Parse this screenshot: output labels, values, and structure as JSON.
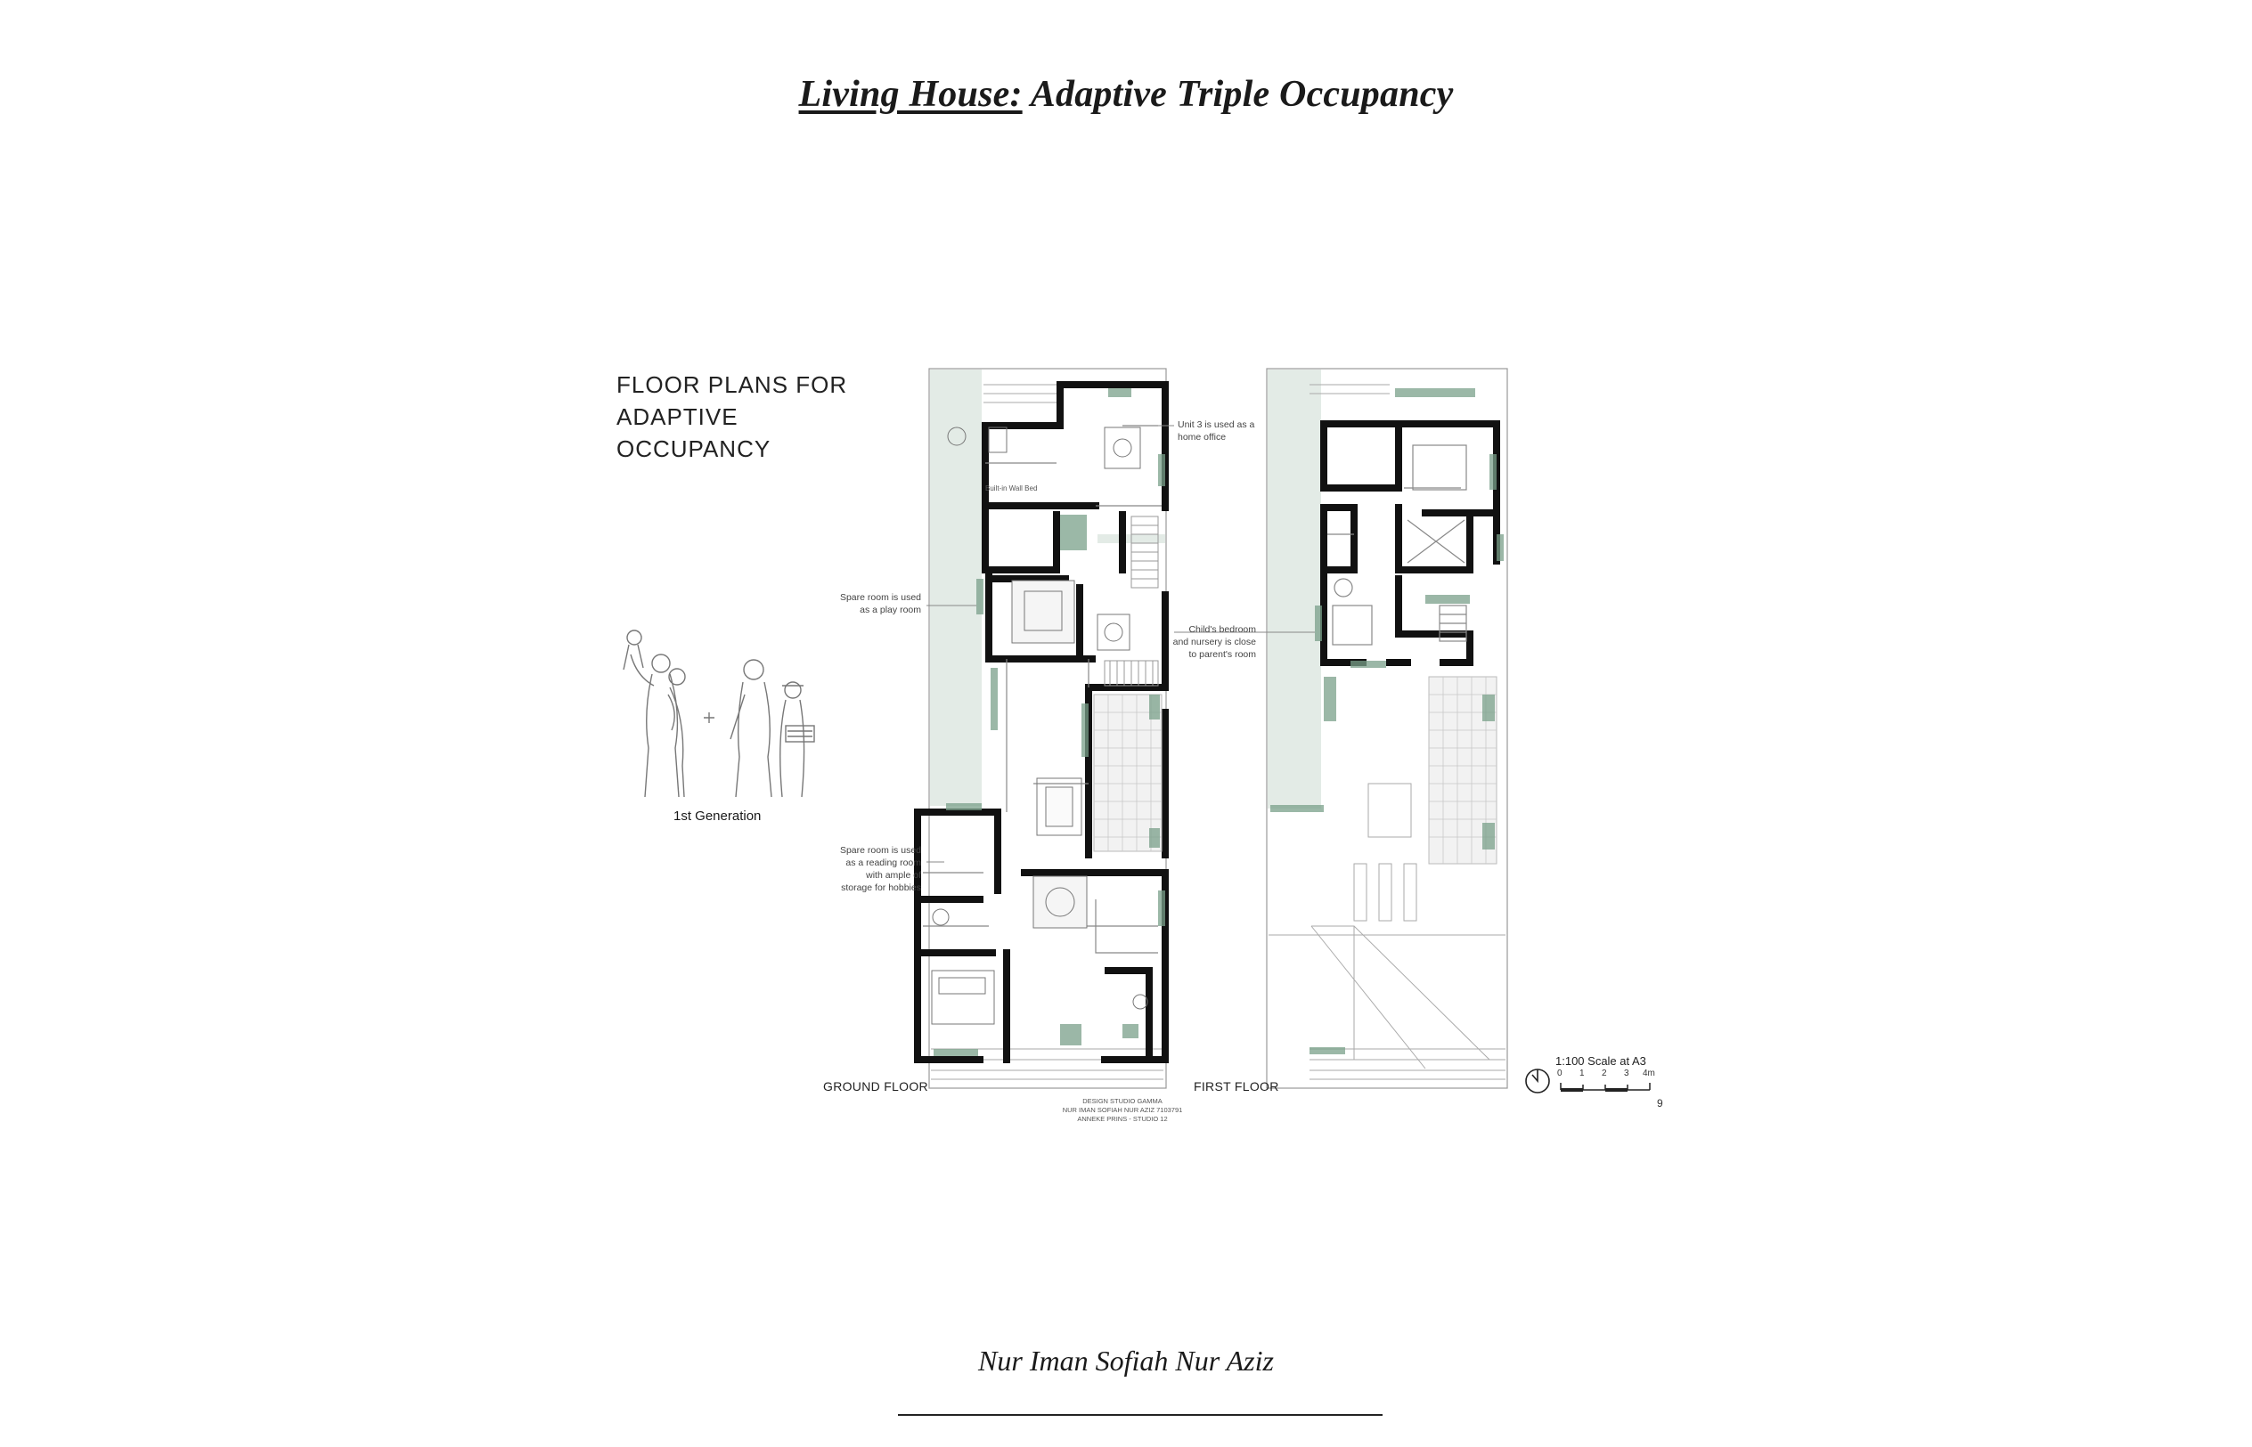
{
  "title": {
    "underlined": "Living House:",
    "rest": " Adaptive Triple Occupancy"
  },
  "heading": [
    "FLOOR PLANS FOR",
    "ADAPTIVE",
    "OCCUPANCY"
  ],
  "occupants_caption": "1st Generation",
  "annotations": {
    "unit3": "Unit 3 is used as a\nhome office",
    "built_in_bed": "Built-in Wall Bed",
    "play_room": "Spare room is used\nas a play room",
    "child_bedroom": "Child's bedroom\nand nursery is close\nto parent's room",
    "reading_room": "Spare room is used\nas a reading room\nwith ample of\nstorage for hobbies"
  },
  "floor_labels": {
    "ground": "GROUND FLOOR",
    "first": "FIRST FLOOR"
  },
  "credits": "DESIGN STUDIO GAMMA\nNUR IMAN SOFIAH NUR AZIZ  7103791\nANNEKE PRINS - STUDIO 12",
  "scale": {
    "label": "1:100 Scale at A3",
    "ticks": [
      "0",
      "1",
      "2",
      "3",
      "4m"
    ],
    "page_number": "9"
  },
  "author": "Nur Iman Sofiah Nur Aziz",
  "colors": {
    "wall": "#111111",
    "site": "#e3ebe6",
    "greenery": "#7aa08a",
    "line": "#9a9a9a"
  }
}
